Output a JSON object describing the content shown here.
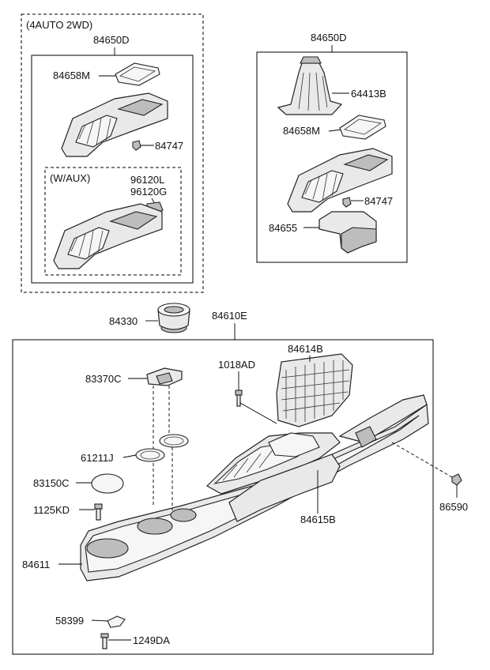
{
  "groups": {
    "auto_2wd_label": "(4AUTO 2WD)",
    "waux_label": "(W/AUX)"
  },
  "labels": {
    "p84650D_left": "84650D",
    "p84658M_left": "84658M",
    "p84747_left": "84747",
    "p96120L": "96120L",
    "p96120G": "96120G",
    "p84650D_right": "84650D",
    "p64413B": "64413B",
    "p84658M_right": "84658M",
    "p84747_right": "84747",
    "p84655": "84655",
    "p84330": "84330",
    "p84610E": "84610E",
    "p84614B": "84614B",
    "p1018AD": "1018AD",
    "p83370C": "83370C",
    "p61211J": "61211J",
    "p83150C": "83150C",
    "p1125KD": "1125KD",
    "p84615B": "84615B",
    "p86590": "86590",
    "p84611": "84611",
    "p58399": "58399",
    "p1249DA": "1249DA"
  }
}
